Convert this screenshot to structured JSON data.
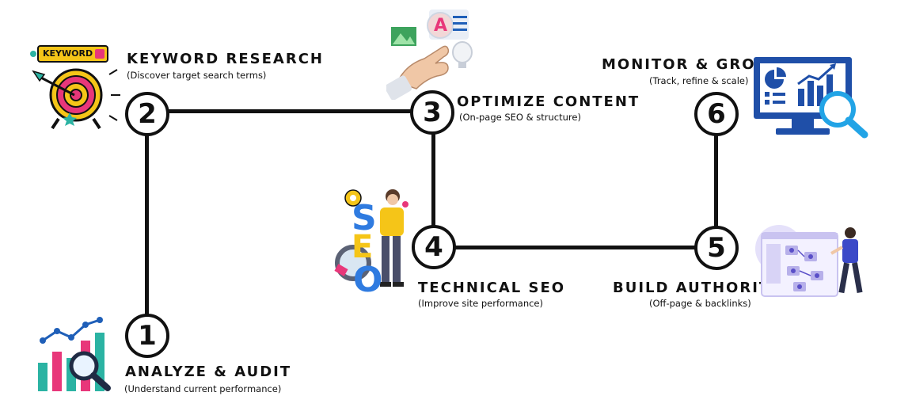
{
  "steps": [
    {
      "number": "1",
      "title": "ANALYZE & AUDIT",
      "subtitle": "(Understand current performance)",
      "icon": "analytics-chart-magnifier-icon"
    },
    {
      "number": "2",
      "title": "KEYWORD RESEARCH",
      "subtitle": "(Discover target search terms)",
      "icon": "keyword-target-icon"
    },
    {
      "number": "3",
      "title": "OPTIMIZE CONTENT",
      "subtitle": "(On-page SEO & structure)",
      "icon": "content-editing-hand-icon"
    },
    {
      "number": "4",
      "title": "TECHNICAL SEO",
      "subtitle": "(Improve site performance)",
      "icon": "seo-person-gear-icon"
    },
    {
      "number": "5",
      "title": "BUILD AUTHORITY",
      "subtitle": "(Off-page & backlinks)",
      "icon": "backlinks-person-icon"
    },
    {
      "number": "6",
      "title": "MONITOR & GROW",
      "subtitle": "(Track, refine & scale)",
      "icon": "monitor-dashboard-icon"
    }
  ],
  "illustrations": {
    "keyword_tag": "KEYWORD",
    "seo_letters": [
      "S",
      "E",
      "O"
    ],
    "editor_letter": "A"
  },
  "colors": {
    "line": "#111111",
    "blue": "#1f5fb8",
    "teal": "#2bb3a3",
    "yellow": "#f5c518",
    "pink": "#e8377a",
    "lavender": "#c9c3f0"
  }
}
